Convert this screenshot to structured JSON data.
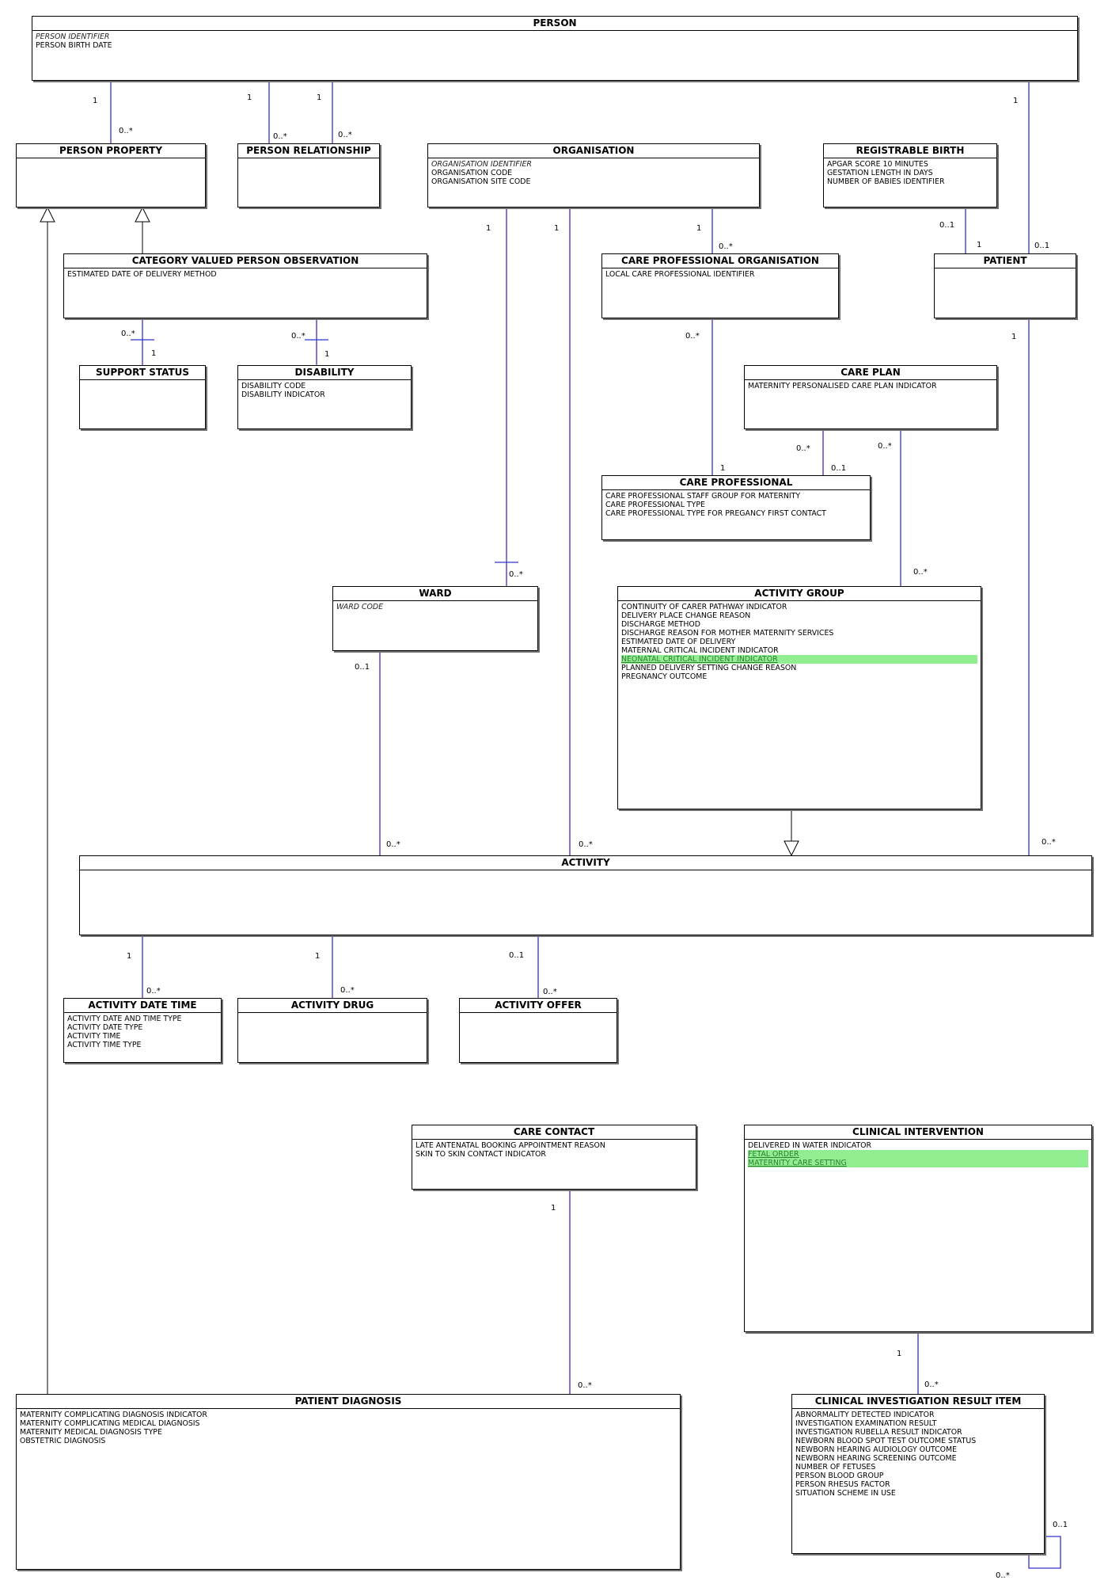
{
  "entities": {
    "person": {
      "title": "PERSON",
      "attributes": [
        {
          "text": "PERSON IDENTIFIER",
          "style": "key"
        },
        {
          "text": "PERSON BIRTH DATE",
          "style": ""
        }
      ]
    },
    "person_property": {
      "title": "PERSON PROPERTY",
      "attributes": []
    },
    "person_relationship": {
      "title": "PERSON RELATIONSHIP",
      "attributes": []
    },
    "organisation": {
      "title": "ORGANISATION",
      "attributes": [
        {
          "text": "ORGANISATION IDENTIFIER",
          "style": "key"
        },
        {
          "text": "ORGANISATION CODE",
          "style": ""
        },
        {
          "text": "ORGANISATION SITE CODE",
          "style": ""
        }
      ]
    },
    "registrable_birth": {
      "title": "REGISTRABLE BIRTH",
      "attributes": [
        {
          "text": "APGAR SCORE 10 MINUTES",
          "style": ""
        },
        {
          "text": "GESTATION LENGTH IN DAYS",
          "style": ""
        },
        {
          "text": "NUMBER OF BABIES IDENTIFIER",
          "style": ""
        }
      ]
    },
    "category_valued_person_observation": {
      "title": "CATEGORY VALUED PERSON OBSERVATION",
      "attributes": [
        {
          "text": "ESTIMATED DATE OF DELIVERY METHOD",
          "style": ""
        }
      ]
    },
    "care_professional_organisation": {
      "title": "CARE PROFESSIONAL ORGANISATION",
      "attributes": [
        {
          "text": "LOCAL CARE PROFESSIONAL IDENTIFIER",
          "style": ""
        }
      ]
    },
    "patient": {
      "title": "PATIENT",
      "attributes": []
    },
    "support_status": {
      "title": "SUPPORT STATUS",
      "attributes": []
    },
    "disability": {
      "title": "DISABILITY",
      "attributes": [
        {
          "text": "DISABILITY CODE",
          "style": ""
        },
        {
          "text": "DISABILITY INDICATOR",
          "style": ""
        }
      ]
    },
    "care_plan": {
      "title": "CARE PLAN",
      "attributes": [
        {
          "text": "MATERNITY PERSONALISED CARE PLAN INDICATOR",
          "style": ""
        }
      ]
    },
    "care_professional": {
      "title": "CARE PROFESSIONAL",
      "attributes": [
        {
          "text": "CARE PROFESSIONAL STAFF GROUP FOR MATERNITY",
          "style": ""
        },
        {
          "text": "CARE PROFESSIONAL TYPE",
          "style": ""
        },
        {
          "text": "CARE PROFESSIONAL TYPE FOR PREGANCY FIRST CONTACT",
          "style": ""
        }
      ]
    },
    "ward": {
      "title": "WARD",
      "attributes": [
        {
          "text": "WARD CODE",
          "style": "key"
        }
      ]
    },
    "activity_group": {
      "title": "ACTIVITY GROUP",
      "attributes": [
        {
          "text": "CONTINUITY OF CARER PATHWAY INDICATOR",
          "style": ""
        },
        {
          "text": "DELIVERY PLACE CHANGE REASON",
          "style": ""
        },
        {
          "text": "DISCHARGE METHOD",
          "style": ""
        },
        {
          "text": "DISCHARGE REASON FOR MOTHER MATERNITY SERVICES",
          "style": ""
        },
        {
          "text": "ESTIMATED DATE OF DELIVERY",
          "style": ""
        },
        {
          "text": "MATERNAL CRITICAL INCIDENT INDICATOR",
          "style": ""
        },
        {
          "text": "NEONATAL CRITICAL INCIDENT INDICATOR",
          "style": "hl"
        },
        {
          "text": "PLANNED DELIVERY SETTING CHANGE REASON",
          "style": ""
        },
        {
          "text": "PREGNANCY OUTCOME",
          "style": ""
        }
      ]
    },
    "activity": {
      "title": "ACTIVITY",
      "attributes": []
    },
    "activity_date_time": {
      "title": "ACTIVITY DATE TIME",
      "attributes": [
        {
          "text": "ACTIVITY DATE AND TIME TYPE",
          "style": ""
        },
        {
          "text": "ACTIVITY DATE TYPE",
          "style": ""
        },
        {
          "text": "ACTIVITY TIME",
          "style": ""
        },
        {
          "text": "ACTIVITY TIME TYPE",
          "style": ""
        }
      ]
    },
    "activity_drug": {
      "title": "ACTIVITY DRUG",
      "attributes": []
    },
    "activity_offer": {
      "title": "ACTIVITY OFFER",
      "attributes": []
    },
    "care_contact": {
      "title": "CARE CONTACT",
      "attributes": [
        {
          "text": "LATE ANTENATAL BOOKING APPOINTMENT REASON",
          "style": ""
        },
        {
          "text": "SKIN TO SKIN CONTACT INDICATOR",
          "style": ""
        }
      ]
    },
    "clinical_intervention": {
      "title": "CLINICAL INTERVENTION",
      "attributes": [
        {
          "text": "DELIVERED IN WATER INDICATOR",
          "style": ""
        },
        {
          "text": "FETAL ORDER",
          "style": "hl"
        },
        {
          "text": "MATERNITY CARE SETTING",
          "style": "hl"
        }
      ]
    },
    "patient_diagnosis": {
      "title": "PATIENT DIAGNOSIS",
      "attributes": [
        {
          "text": "MATERNITY COMPLICATING DIAGNOSIS INDICATOR",
          "style": ""
        },
        {
          "text": "MATERNITY COMPLICATING MEDICAL DIAGNOSIS",
          "style": ""
        },
        {
          "text": "MATERNITY MEDICAL DIAGNOSIS TYPE",
          "style": ""
        },
        {
          "text": "OBSTETRIC DIAGNOSIS",
          "style": ""
        }
      ]
    },
    "clinical_investigation_result_item": {
      "title": "CLINICAL INVESTIGATION RESULT ITEM",
      "attributes": [
        {
          "text": "ABNORMALITY DETECTED INDICATOR",
          "style": ""
        },
        {
          "text": "INVESTIGATION EXAMINATION RESULT",
          "style": ""
        },
        {
          "text": "INVESTIGATION RUBELLA RESULT INDICATOR",
          "style": ""
        },
        {
          "text": "NEWBORN BLOOD SPOT TEST OUTCOME STATUS",
          "style": ""
        },
        {
          "text": "NEWBORN HEARING AUDIOLOGY OUTCOME",
          "style": ""
        },
        {
          "text": "NEWBORN HEARING SCREENING OUTCOME",
          "style": ""
        },
        {
          "text": "NUMBER OF FETUSES",
          "style": ""
        },
        {
          "text": "PERSON BLOOD GROUP",
          "style": ""
        },
        {
          "text": "PERSON RHESUS FACTOR",
          "style": ""
        },
        {
          "text": "SITUATION SCHEME IN USE",
          "style": ""
        }
      ]
    }
  },
  "multiplicities": {
    "m1": "1",
    "m2": "0..*",
    "m3": "1",
    "m4": "0..*",
    "m5": "1",
    "m6": "0..*",
    "m7": "1",
    "m8": "1",
    "m9": "1",
    "m10": "1",
    "m11": "0..*",
    "m12": "0..1",
    "m13": "1",
    "m14": "0..1",
    "m15": "0..*",
    "m16": "1",
    "m17": "0..*",
    "m18": "1",
    "m19": "0..*",
    "m20": "1",
    "m21": "0..*",
    "m22": "0..1",
    "m23": "0..*",
    "m24": "0..*",
    "m25": "1",
    "m26": "0..*",
    "m27": "0..1",
    "m28": "0..*",
    "m29": "0..*",
    "m30": "0..*",
    "m31": "1",
    "m32": "0..*",
    "m33": "1",
    "m34": "0..*",
    "m35": "0..1",
    "m36": "0..*",
    "m37": "1",
    "m38": "0..*",
    "m39": "1",
    "m40": "0..*",
    "m41": "0..1",
    "m42": "0..*"
  },
  "colors": {
    "association_line": "#3333cc",
    "highlight_fill": "#90ee90",
    "highlight_text": "#2e7d32"
  }
}
